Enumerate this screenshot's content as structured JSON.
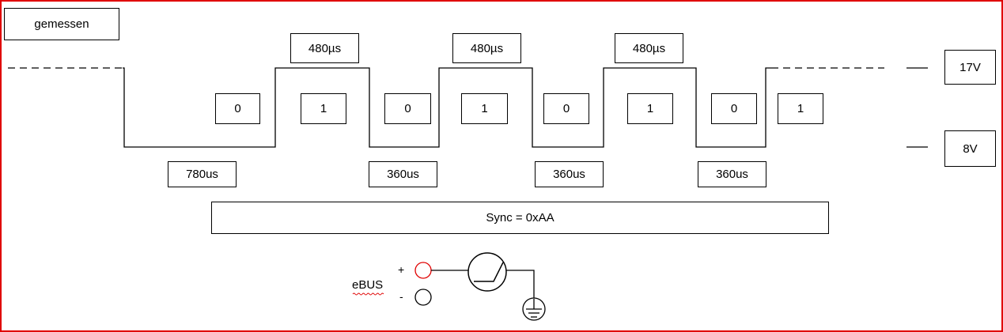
{
  "diagram": {
    "title_box": "gemessen",
    "high_durations": [
      "480µs",
      "480µs",
      "480µs"
    ],
    "low_durations": [
      "780us",
      "360us",
      "360us",
      "360us"
    ],
    "bits": [
      "0",
      "1",
      "0",
      "1",
      "0",
      "1",
      "0",
      "1"
    ],
    "voltage_high": "17V",
    "voltage_low": "8V",
    "sync_label": "Sync = 0xAA",
    "circuit": {
      "bus_label": "eBUS",
      "plus_label": "+",
      "minus_label": "-"
    },
    "colors": {
      "frame": "#e00000",
      "plus_terminal": "#e00000",
      "line": "#000000"
    },
    "icons": [
      "voltmeter-icon",
      "ground-icon"
    ]
  }
}
